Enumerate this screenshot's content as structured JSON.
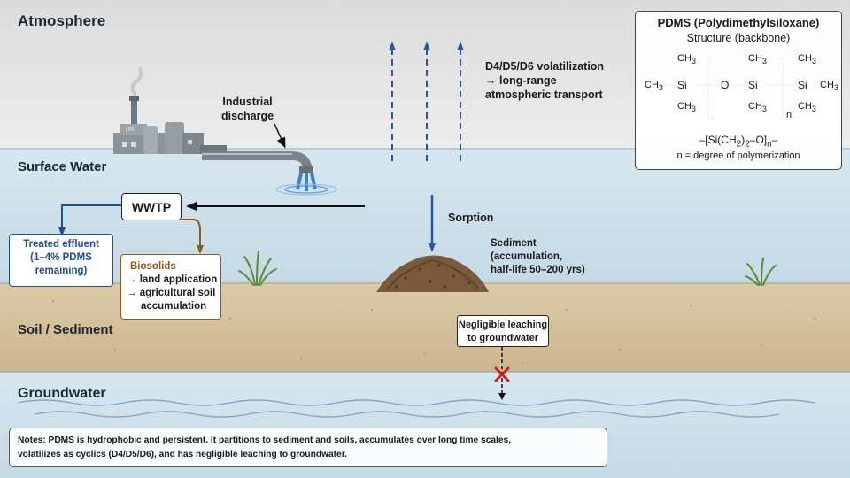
{
  "zones": {
    "atmosphere": "Atmosphere",
    "surface_water": "Surface Water",
    "soil_sediment": "Soil / Sediment",
    "groundwater": "Groundwater"
  },
  "labels": {
    "industrial_discharge": [
      "Industrial",
      "discharge"
    ],
    "wwtp": "WWTP",
    "treated_effluent": [
      "Treated effluent",
      "(1–4% PDMS",
      "remaining)"
    ],
    "biosolids_title": "Biosolids",
    "biosolids_lines": [
      "→ land application",
      "→ agricultural soil",
      "accumulation"
    ],
    "volatilization": [
      "D4/D5/D6 volatilization",
      "→ long-range",
      "atmospheric transport"
    ],
    "sorption": "Sorption",
    "sediment": [
      "Sediment",
      "(accumulation,",
      "half-life 50–200 yrs)"
    ],
    "leaching": [
      "Negligible leaching",
      "to groundwater"
    ],
    "factory_sign": "LPR"
  },
  "structure": {
    "title": "PDMS (Polydimethylsiloxane)",
    "subtitle": "Structure (backbone)",
    "ch3": "CH",
    "sub3": "3",
    "si": "Si",
    "o": "O",
    "n": "n",
    "formula_prefix": "–[Si(CH",
    "formula_sub2": "2",
    "formula_mid": ")",
    "formula_sub2b": "2",
    "formula_suffix": "–O]",
    "formula_subn": "n",
    "formula_end": "–",
    "definition": "n = degree of polymerization"
  },
  "notes": {
    "line1": "Notes:  PDMS is hydrophobic and persistent. It partitions to sediment and soils, accumulates over long time scales,",
    "line2": "volatilizes as cyclics (D4/D5/D6), and has negligible leaching to groundwater."
  },
  "colors": {
    "sky": "#e4e5e6",
    "water": "#cfe1ea",
    "soil": "#d8c4a2",
    "groundwater": "#cfe0ea",
    "blue_arrow": "#2a55a0",
    "effluent_text": "#1f4f8f",
    "biosolids_text": "#8a5a20",
    "cross": "#d62020"
  }
}
